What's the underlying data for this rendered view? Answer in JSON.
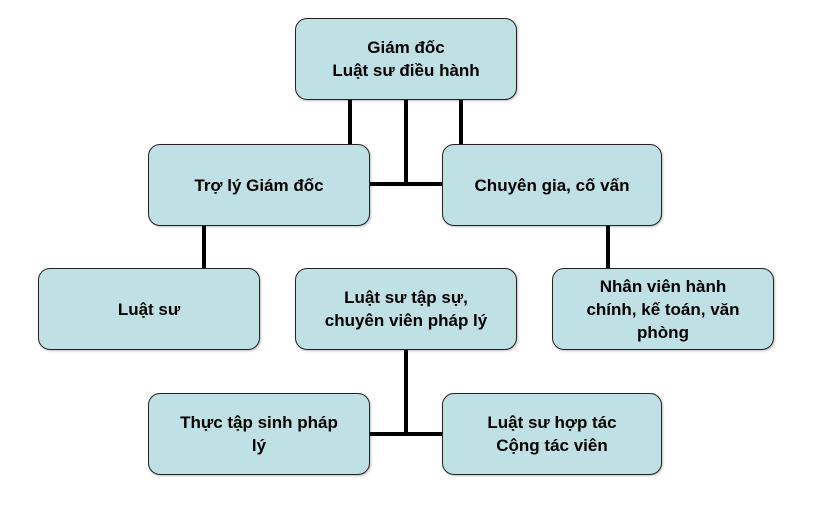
{
  "diagram": {
    "nodes": {
      "director": {
        "line1": "Giám đốc",
        "line2": "Luật sư điều hành"
      },
      "assistant": {
        "label": "Trợ lý Giám đốc"
      },
      "expert": {
        "label": "Chuyên gia, cố vấn"
      },
      "lawyer": {
        "label": "Luật sư"
      },
      "trainee": {
        "line1": "Luật sư tập sự,",
        "line2": "chuyên viên pháp lý"
      },
      "staff": {
        "line1": "Nhân viên hành",
        "line2": "chính, kế toán, văn",
        "line3": "phòng"
      },
      "intern": {
        "line1": "Thực tập sinh pháp",
        "line2": "lý"
      },
      "partner": {
        "line1": "Luật sư hợp tác",
        "line2": "Cộng tác viên"
      }
    },
    "colors": {
      "box_fill": "#bfe0e4",
      "box_border": "#222222",
      "connector": "#000000"
    }
  }
}
